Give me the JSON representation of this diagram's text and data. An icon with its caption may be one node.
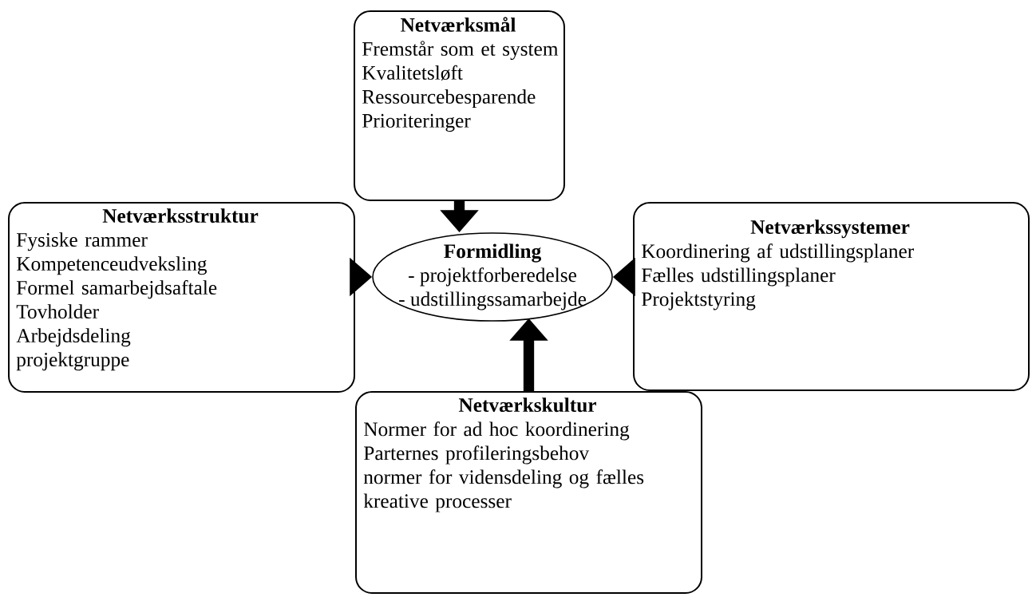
{
  "diagram": {
    "nodes": [
      {
        "text": [
          "Netværksmål",
          "Fremstår som et system",
          "Kvalitetsløft",
          "Ressourcebesparende",
          "Prioriteringer"
        ]
      },
      {
        "text": [
          "Netværksstruktur",
          "Fysiske rammer",
          "Kompetenceudveksling",
          "Formel samarbejdsaftale",
          "Tovholder",
          "Arbejdsdeling",
          "projektgruppe"
        ]
      },
      {
        "text": [
          "Formidling",
          "- projektforberedelse",
          "- udstillingssamarbejde"
        ]
      },
      {
        "text": [
          "Netværkssystemer",
          "Koordinering af udstillingsplaner",
          "Fælles udstillingsplaner",
          "Projektstyring"
        ]
      },
      {
        "text": [
          "Netværkskultur",
          "Normer for ad hoc koordinering",
          "Parternes profileringsbehov",
          "normer for vidensdeling og fælles kreative processer"
        ]
      }
    ],
    "edges": [
      {
        "from": 0,
        "to": 2,
        "arrow": "to"
      },
      {
        "from": 1,
        "to": 2,
        "arrow": "to"
      },
      {
        "from": 3,
        "to": 2,
        "arrow": "to"
      },
      {
        "from": 4,
        "to": 2,
        "arrow": "to"
      }
    ]
  }
}
